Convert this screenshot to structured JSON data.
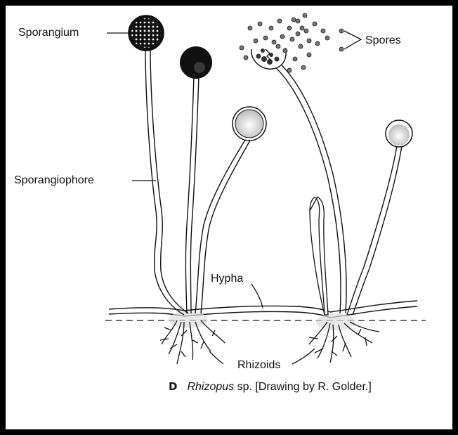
{
  "labels": {
    "sporangium": "Sporangium",
    "spores": "Spores",
    "sporangiophore": "Sporangiophore",
    "hypha": "Hypha",
    "rhizoids": "Rhizoids"
  },
  "caption": {
    "letter": "D",
    "genus": "Rhizopus",
    "rest": " sp. [Drawing by R. Golder.]"
  }
}
